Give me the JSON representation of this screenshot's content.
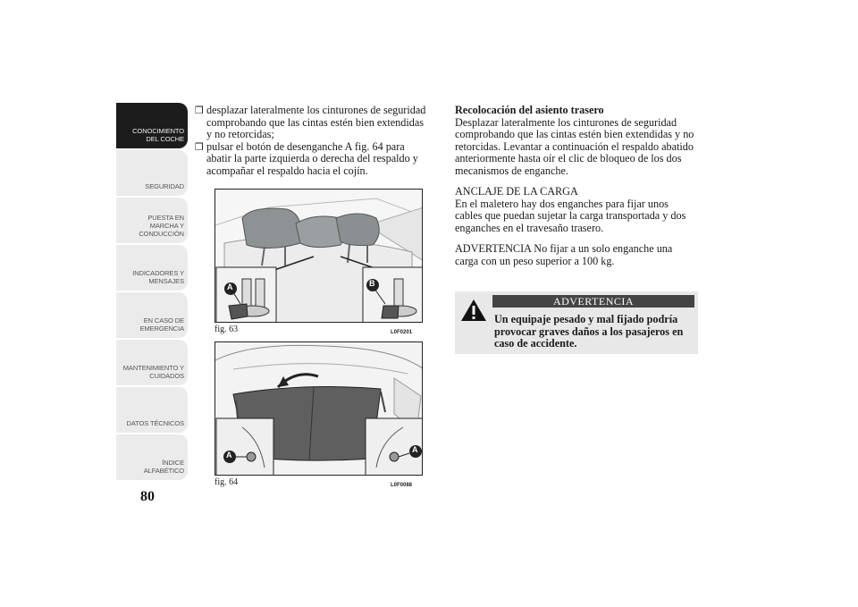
{
  "sidebar": {
    "tabs": [
      {
        "label": "CONOCIMIENTO\nDEL COCHE",
        "active": true
      },
      {
        "label": "SEGURIDAD",
        "active": false
      },
      {
        "label": "PUESTA EN\nMARCHA Y\nCONDUCCIÓN",
        "active": false
      },
      {
        "label": "INDICADORES Y\nMENSAJES",
        "active": false
      },
      {
        "label": "EN CASO DE\nEMERGENCIA",
        "active": false
      },
      {
        "label": "MANTENIMIENTO Y\nCUIDADOS",
        "active": false
      },
      {
        "label": "DATOS TÉCNICOS",
        "active": false
      },
      {
        "label": "ÍNDICE\nALFABÉTICO",
        "active": false
      }
    ]
  },
  "page_number": "80",
  "col1": {
    "bullets": [
      "desplazar lateralmente los cinturones de seguridad comprobando que las cintas estén bien extendidas y no retorcidas;",
      "pulsar el botón de desenganche A fig. 64 para abatir la parte izquierda o derecha del respaldo y acompañar el respaldo hacia el cojín."
    ],
    "bullet_symbol": "❒"
  },
  "figures": {
    "fig63": {
      "caption": "fig. 63",
      "code": "L0F0201",
      "label_a": "A",
      "label_b": "B"
    },
    "fig64": {
      "caption": "fig. 64",
      "code": "L0F0088",
      "label_a": "A"
    }
  },
  "col2": {
    "heading": "Recolocación del asiento trasero",
    "para1": "Desplazar lateralmente los cinturones de seguridad comprobando que las cintas estén bien extendidas y no retorcidas. Levantar a continuación el respaldo abatido anteriormente hasta oír el clic de bloqueo de los dos mecanismos de enganche.",
    "section_title": "ANCLAJE DE LA CARGA",
    "para2": "En el maletero hay dos enganches para fijar unos cables que puedan sujetar la carga transportada y dos enganches en el travesaño trasero.",
    "para3": "ADVERTENCIA No fijar a un solo enganche una carga con un peso superior a 100 kg."
  },
  "warning": {
    "title": "ADVERTENCIA",
    "text": "Un equipaje pesado y mal fijado podría provocar graves daños a los pasajeros en caso de accidente.",
    "icon": "warning-triangle-icon"
  }
}
